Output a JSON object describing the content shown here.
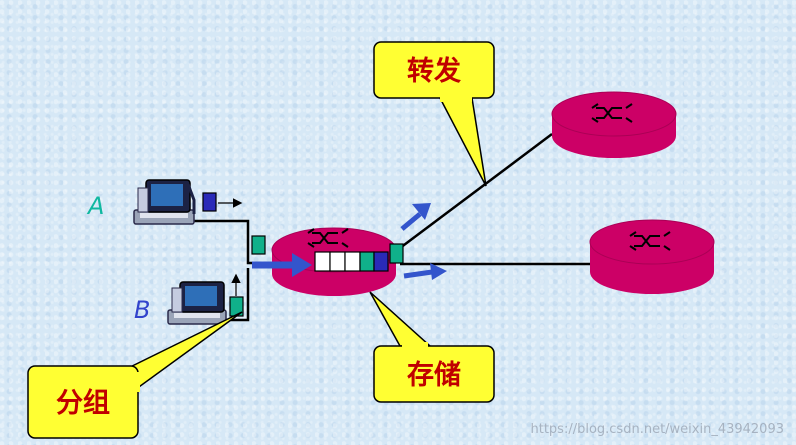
{
  "callouts": {
    "forward": "转发",
    "store": "存储",
    "packet": "分组"
  },
  "hosts": {
    "a_label": "A",
    "b_label": "B"
  },
  "watermark": "https://blog.csdn.net/weixin_43942093",
  "colors": {
    "router": "#cc0066",
    "callout_fill": "#ffff33",
    "callout_text": "#c00000",
    "packet_navy": "#2a2ab8",
    "packet_teal": "#10b08a",
    "arrow": "#3355cc",
    "host_a_label": "#10b8a0",
    "host_b_label": "#3344cc"
  },
  "icons": [
    "computer-icon",
    "router-icon",
    "arrow-icon"
  ]
}
